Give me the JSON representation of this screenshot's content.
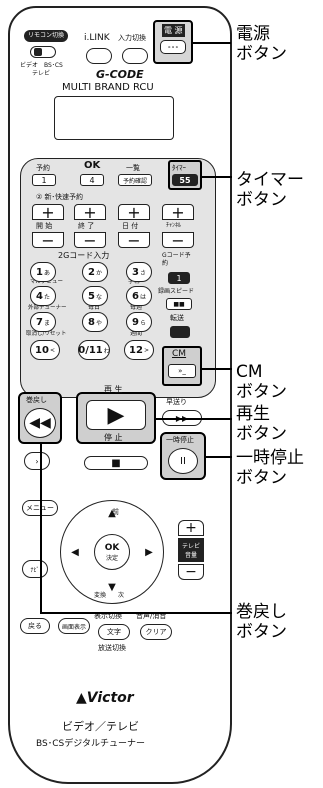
{
  "remote": {
    "remocon_switch": "リモコン切換",
    "video_label": "ビデオ",
    "bscs_label": "BS･CS",
    "tv_label": "テレビ",
    "ilink": "i.LINK",
    "input_switch": "入力切換",
    "power": "電 源",
    "gcode_logo": "G-CODE",
    "brand_line": "MULTI BRAND RCU",
    "reserve": "予約",
    "ok_top": "OK",
    "list": "一覧",
    "reserve_confirm": "予約確認",
    "timer": "ﾀｲﾏｰ",
    "timer_keys": "55",
    "key1": "1",
    "key4": "4",
    "new_fast": "② 新･快速予約",
    "start": "開 始",
    "end": "終 了",
    "date": "日 付",
    "channel": "ﾁｬﾝﾈﾙ",
    "gcode_input": "2Gコード入力",
    "gcode_reserve": "Gコード予約",
    "rec_speed": "録画スピード",
    "marudebu": "マルデビュー",
    "subtitle": "字幕",
    "external_tuner": "外部チューナー",
    "daily": "毎日",
    "weekly": "毎週",
    "transfer": "転送",
    "cancel_reset": "取消し/リセット",
    "weekly2": "週間",
    "num_keys": [
      {
        "n": "1",
        "s": "あ"
      },
      {
        "n": "2",
        "s": "か"
      },
      {
        "n": "3",
        "s": "さ"
      },
      {
        "n": "4",
        "s": "た"
      },
      {
        "n": "5",
        "s": "な"
      },
      {
        "n": "6",
        "s": "は"
      },
      {
        "n": "7",
        "s": "ま"
      },
      {
        "n": "8",
        "s": "や"
      },
      {
        "n": "9",
        "s": "ら"
      },
      {
        "n": "10",
        "s": "<"
      },
      {
        "n": "0/11",
        "s": "わ"
      },
      {
        "n": "12",
        "s": ">"
      }
    ],
    "cm_label": "CM",
    "rewind": "巻戻し",
    "play": "再 生",
    "stop": "停 止",
    "fastforward": "早送り",
    "pause": "一時停止",
    "menu": "メニュー",
    "forward_label": "前",
    "ok_center": "OK",
    "decide": "決定",
    "change": "変換",
    "next": "次",
    "tv_volume": "テレビ 音量",
    "back": "戻る",
    "screen_display": "画面表示",
    "display_switch": "表示切換",
    "audio_ch": "音声/消音",
    "text": "文字",
    "clear": "クリア",
    "broadcast_switch": "放送切換",
    "victor_logo": "Victor",
    "model_line1": "ビデオ／テレビ",
    "model_line2": "BS･CSデジタルチューナー"
  },
  "callouts": {
    "power1": "電源",
    "power2": "ボタン",
    "timer1": "タイマー",
    "timer2": "ボタン",
    "cm1": "CM",
    "cm2": "ボタン",
    "play1": "再生",
    "play2": "ボタン",
    "pause1": "一時停止",
    "pause2": "ボタン",
    "rewind1": "巻戻し",
    "rewind2": "ボタン"
  }
}
